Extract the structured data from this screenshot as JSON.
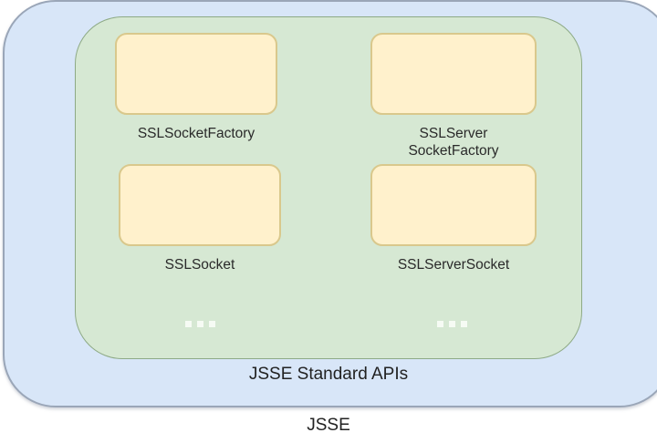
{
  "diagram": {
    "outer_label": "JSSE",
    "inner_label": "JSSE Standard APIs",
    "components": [
      {
        "label": "SSLSocketFactory"
      },
      {
        "label": "SSLServer\nSocketFactory",
        "line1": "SSLServer",
        "line2": "SocketFactory"
      },
      {
        "label": "SSLSocket"
      },
      {
        "label": "SSLServerSocket"
      }
    ],
    "ellipsis": [
      "...",
      "..."
    ],
    "colors": {
      "outer_fill": "#d8e6f8",
      "inner_fill": "#d6e8d3",
      "box_fill": "#fff1cc",
      "box_border": "#d9c88c"
    }
  }
}
